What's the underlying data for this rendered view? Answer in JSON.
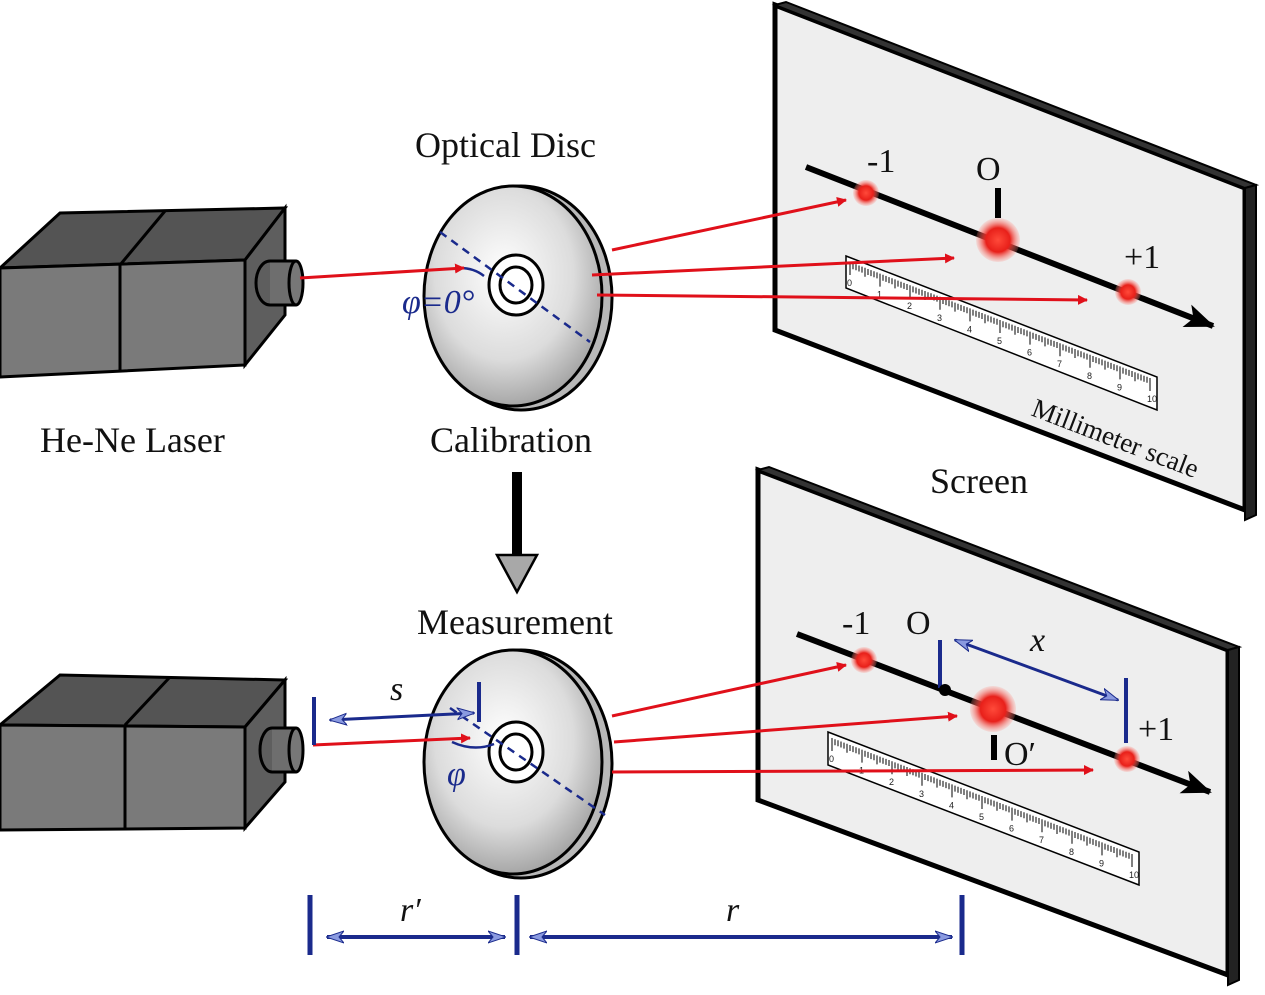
{
  "labels": {
    "optical_disc": "Optical Disc",
    "laser": "He-Ne Laser",
    "calibration": "Calibration",
    "measurement": "Measurement",
    "screen": "Screen",
    "millimeter_scale": "Millimeter scale",
    "order_minus": "-1",
    "order_zero": "O",
    "order_plus": "+1",
    "order_zero_prime": "O′",
    "phi_zero": "φ=0°",
    "phi": "φ",
    "s": "s",
    "x": "x",
    "r_prime": "r′",
    "r": "r"
  },
  "ruler_ticks": [
    "0",
    "1",
    "2",
    "3",
    "4",
    "5",
    "6",
    "7",
    "8",
    "9",
    "10"
  ],
  "colors": {
    "laser_beam": "#e0101a",
    "dimension_blue": "#1a2a8c",
    "arrow_blue_light": "#8a9ae0",
    "spot_red": "#e8201a",
    "screen_fill": "#eeeeee",
    "laser_body": "#707070"
  }
}
